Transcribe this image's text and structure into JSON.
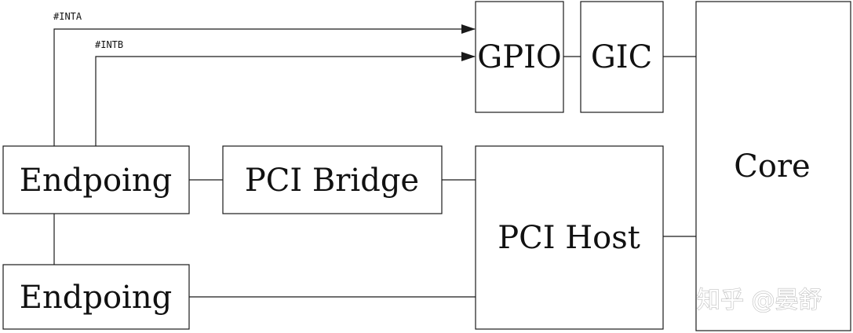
{
  "signals": {
    "inta": "#INTA",
    "intb": "#INTB"
  },
  "blocks": {
    "gpio": "GPIO",
    "gic": "GIC",
    "core": "Core",
    "endpoint_top": "Endpoing",
    "pci_bridge": "PCI Bridge",
    "pci_host": "PCI Host",
    "endpoint_bottom": "Endpoing"
  },
  "watermark": "知乎 @晏舒",
  "colors": {
    "line": "#1a1a1a",
    "text": "#111111",
    "watermark": "#bbbbbb"
  }
}
